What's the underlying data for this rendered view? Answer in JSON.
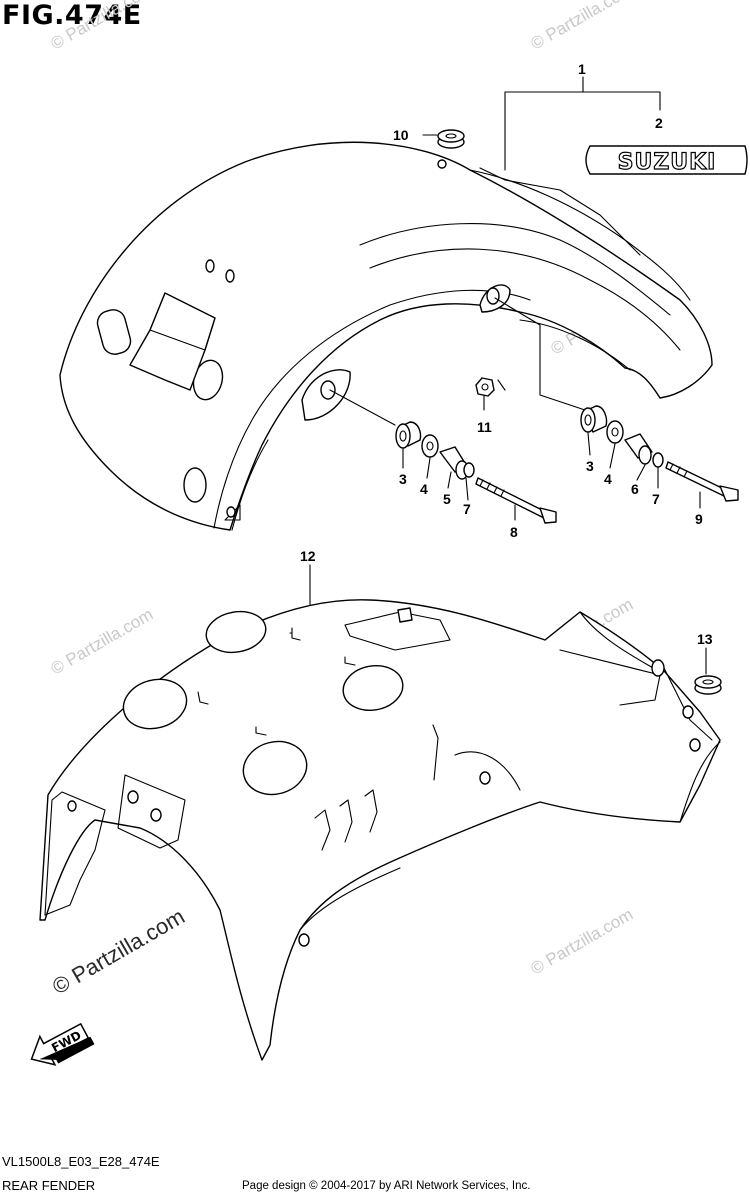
{
  "figure": {
    "title": "FIG.474E",
    "model_code": "VL1500L8_E03_E28_474E",
    "subtitle": "REAR FENDER",
    "copyright": "Page design © 2004-2017 by ARI Network Services, Inc."
  },
  "emblem_text": "SUZUKI",
  "fwd_text": "FWD",
  "watermark_large": "© Partzilla.com",
  "watermark_small": "© Partzilla.com",
  "callouts": [
    "1",
    "2",
    "3",
    "4",
    "5",
    "7",
    "8",
    "10",
    "11",
    "3",
    "4",
    "6",
    "7",
    "9",
    "12",
    "13"
  ]
}
